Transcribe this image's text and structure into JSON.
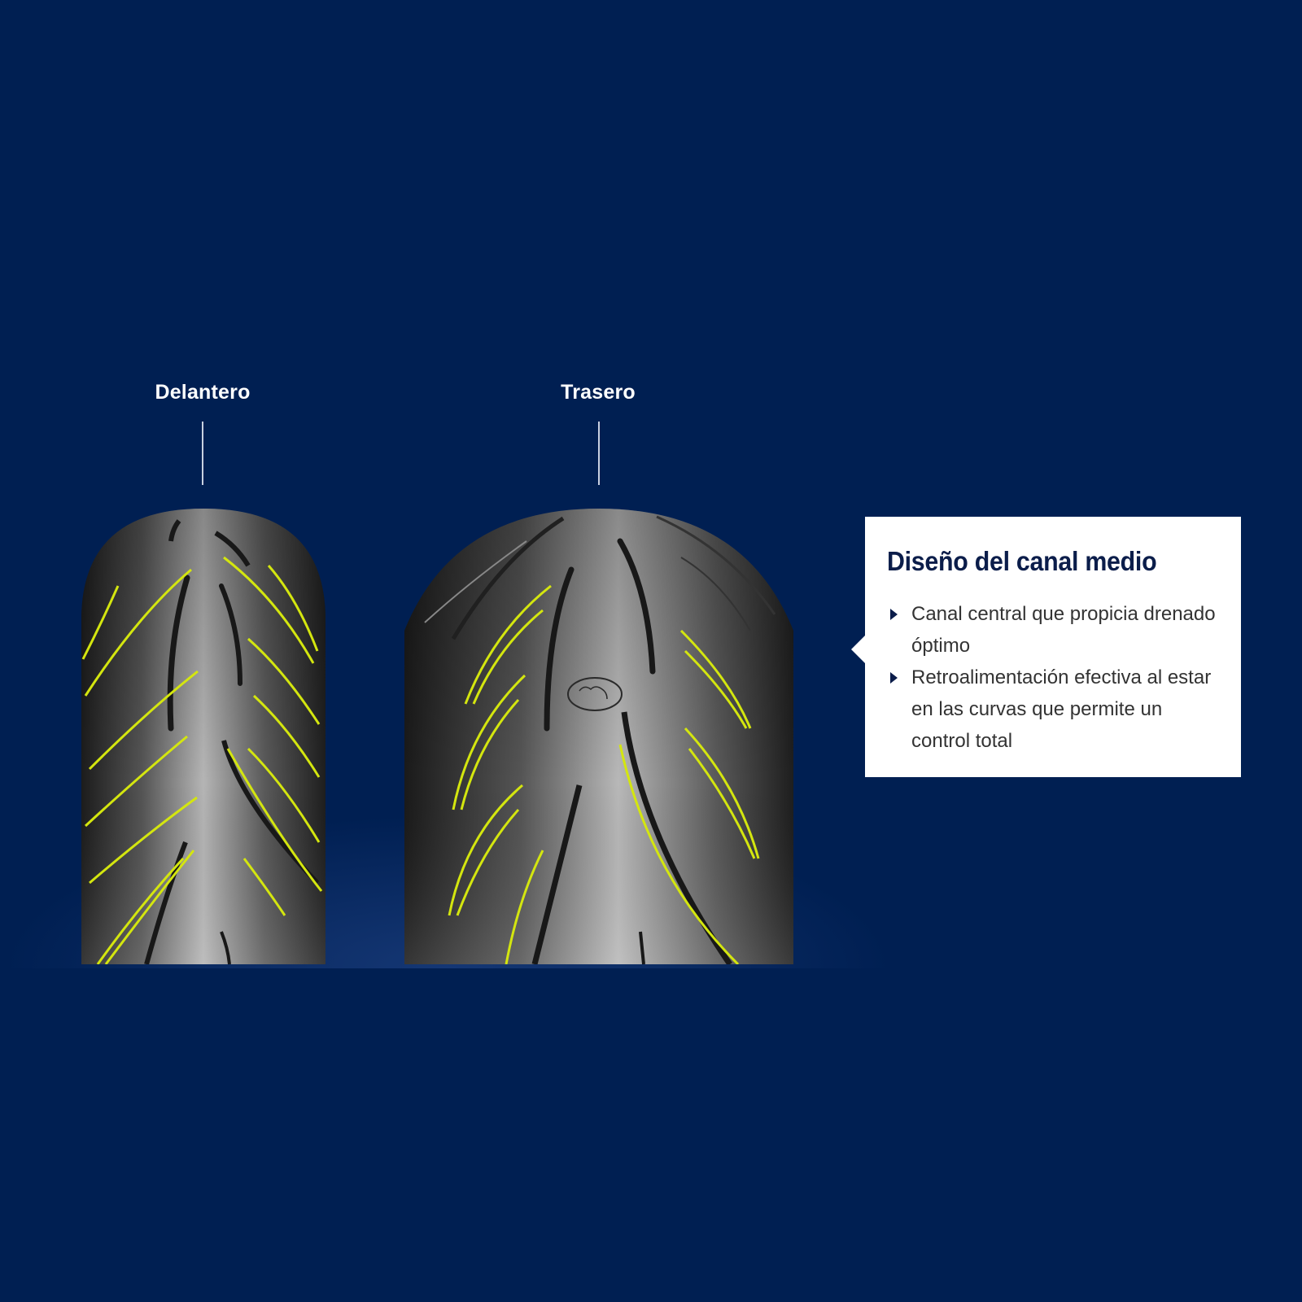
{
  "colors": {
    "background": "#001f52",
    "card_background": "#ffffff",
    "title_color": "#0b1d4a",
    "text_color": "#333333",
    "highlight_groove": "#d4e60f",
    "tire_rubber": "#6e6e6e"
  },
  "tires": [
    {
      "label": "Delantero",
      "type": "front"
    },
    {
      "label": "Trasero",
      "type": "rear"
    }
  ],
  "info_card": {
    "title": "Diseño del canal medio",
    "bullets": [
      "Canal central que propicia drenado óptimo",
      "Retroalimentación efectiva al estar en las curvas que permite un control total"
    ],
    "bullet_icon": "triangle-right-icon"
  },
  "rear_tire_logo": "elephant-logo-icon"
}
